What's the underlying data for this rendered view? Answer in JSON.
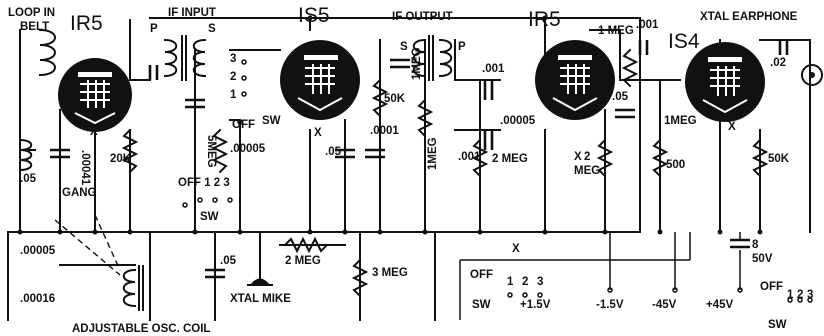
{
  "tubes": {
    "t1": "IR5",
    "t2": "IS5",
    "t3": "IR5",
    "t4": "IS4"
  },
  "labels": {
    "loop_in": "LOOP IN",
    "belt": "BELT",
    "if_input": "IF INPUT",
    "p1": "P",
    "s1": "S",
    "sw3": "3",
    "sw2": "2",
    "sw1": "1",
    "off": "OFF",
    "sw": "SW",
    "if_output": "IF OUTPUT",
    "s2": "S",
    "p2": "P",
    "cap_00041": ".00041",
    "r_20k": "20K",
    "cap_05a": ".05",
    "gang": "GANG",
    "r_5meg": "5MEG",
    "cap_00005a": ".00005",
    "off_123": "OFF  1  2  3",
    "sw_b": "SW",
    "cap_05b": ".05",
    "r_50k": "50K",
    "r_1meg_a": "1MEG",
    "cap_0001": ".0001",
    "r_1meg_b": "1MEG",
    "cap_001a": ".001",
    "cap_00005b": ".00005",
    "cap_001b": ".001",
    "r_2meg_a": "2 MEG",
    "r_1meg_c": "1 MEG",
    "cap_001c": ".001",
    "cap_05c": ".05",
    "x1": "X",
    "x2": "X",
    "x3": "X",
    "x4": "X",
    "r_2meg_b1": "2",
    "r_2meg_b2": "MEG",
    "xtal_earphone": "XTAL EARPHONE",
    "cap_02": ".02",
    "r_1meg_d": "1MEG",
    "r_500": "500",
    "r_50k_b": "50K",
    "cap_00005c": ".00005",
    "cap_00016": ".00016",
    "r_2meg_c": "2 MEG",
    "cap_05d": ".05",
    "r_3meg": "3 MEG",
    "xtal_mike": "XTAL MIKE",
    "adj_osc_coil": "ADJUSTABLE OSC. COIL",
    "off_c": "OFF",
    "x5": "X",
    "n1": "1",
    "n2": "2",
    "n3": "3",
    "sw_c": "SW",
    "v_p15": "+1.5V",
    "v_m15": "-1.5V",
    "v_m45": "-45V",
    "v_p45": "+45V",
    "cap_8": "8",
    "v_50": "50V",
    "off_d": "OFF",
    "n1b": "1",
    "n2b": "2",
    "n3b": "3",
    "sw_d": "SW"
  }
}
